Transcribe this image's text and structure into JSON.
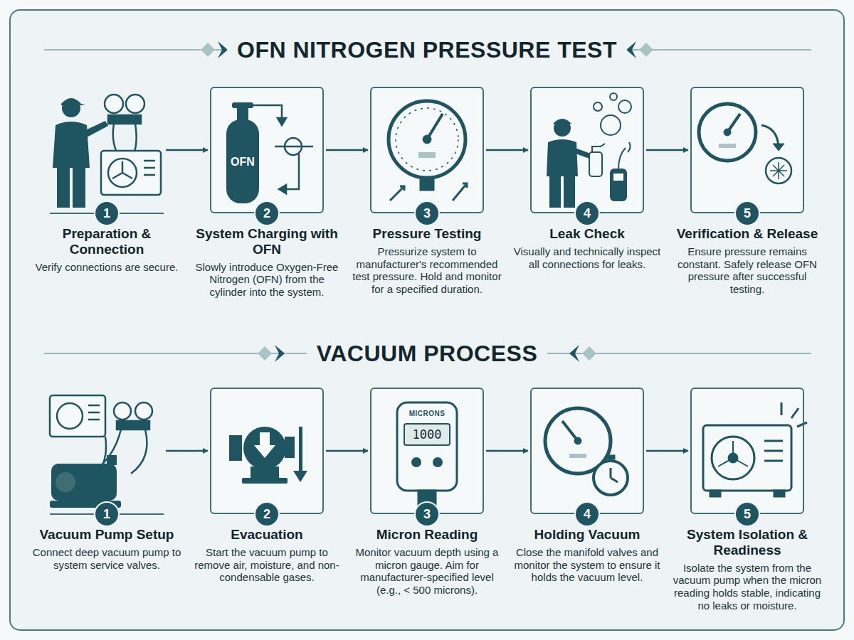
{
  "diagram": {
    "nodes": [
      {
        "text": [
          "Preparation & Connection",
          "Verify connections are secure."
        ]
      },
      {
        "text": [
          "System Charging with OFN",
          "Slowly introduce Oxygen-Free Nitrogen (OFN) from the cylinder into the system."
        ]
      },
      {
        "text": [
          "Pressure Testing",
          "Pressurize system to manufacturer's recommended test pressure. Hold and monitor for a specified duration."
        ]
      },
      {
        "text": [
          "Leak Check",
          "Visually and technically inspect all connections for leaks."
        ]
      },
      {
        "text": [
          "Verification & Release",
          "Ensure pressure remains constant. Safely release OFN pressure after successful testing."
        ]
      },
      {
        "text": [
          "Vacuum Pump Setup",
          "Connect deep vacuum pump to system service valves."
        ]
      },
      {
        "text": [
          "Evacuation",
          "Start the vacuum pump to remove air, moisture, and non-condensable gases."
        ]
      },
      {
        "text": [
          "Micron Reading",
          "Monitor vacuum depth using a micron gauge. Aim for manufacturer-specified level (e.g., < 500 microns)."
        ]
      },
      {
        "text": [
          "Holding Vacuum",
          "Close the manifold valves and monitor the system to ensure it holds the vacuum level."
        ]
      },
      {
        "text": [
          "System Isolation & Readiness",
          "Isolate the system from the vacuum pump when the micron reading holds stable, indicating no leaks or moisture."
        ]
      }
    ],
    "edges": [
      {
        "from": 0,
        "to": 1,
        "arrow": "to"
      },
      {
        "from": 1,
        "to": 2,
        "arrow": "to"
      },
      {
        "from": 2,
        "to": 3,
        "arrow": "to"
      },
      {
        "from": 3,
        "to": 4,
        "arrow": "to"
      },
      {
        "from": 5,
        "to": 6,
        "arrow": "to"
      },
      {
        "from": 6,
        "to": 7,
        "arrow": "to"
      },
      {
        "from": 7,
        "to": 8,
        "arrow": "to"
      },
      {
        "from": 8,
        "to": 9,
        "arrow": "to"
      }
    ],
    "labels": [
      "OFN NITROGEN PRESSURE TEST",
      "VACUUM PROCESS",
      "1",
      "2",
      "3",
      "4",
      "5",
      "1",
      "2",
      "3",
      "4",
      "5",
      "OFN",
      "MICRONS",
      "1000"
    ]
  }
}
